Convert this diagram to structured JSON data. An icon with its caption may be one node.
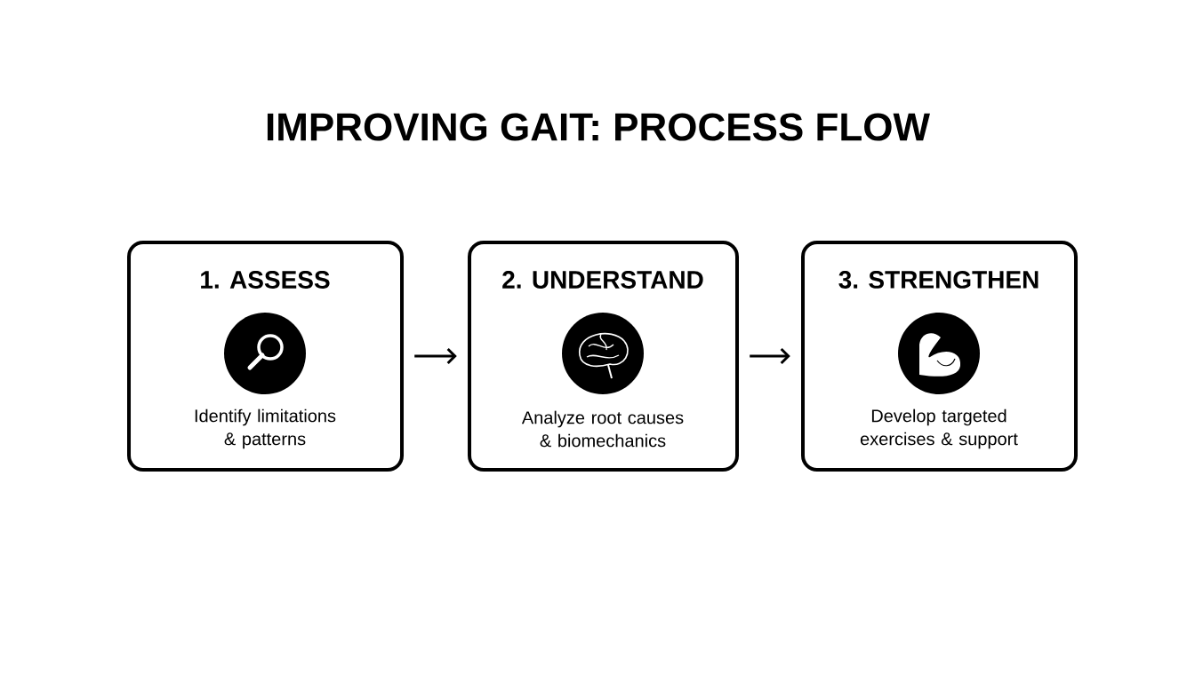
{
  "diagram": {
    "title": "IMPROVING GAIT: PROCESS FLOW",
    "nodes": [
      {
        "text": [
          "1. ASSESS",
          "Identify limitations & patterns"
        ]
      },
      {
        "text": [
          "2. UNDERSTAND",
          "Analyze root causes & biomechanics"
        ]
      },
      {
        "text": [
          "3. STRENGTHEN",
          "Develop targeted exercises & support"
        ]
      }
    ],
    "edges": [
      {
        "from": 0,
        "to": 1,
        "arrow": "to"
      },
      {
        "from": 1,
        "to": 2,
        "arrow": "to"
      }
    ]
  }
}
